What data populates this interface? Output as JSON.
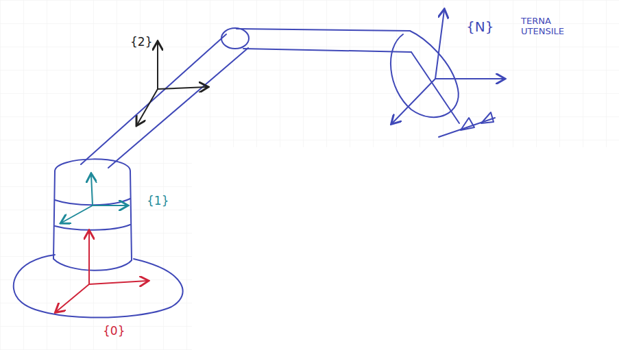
{
  "diagram": {
    "labels": [
      "{2}",
      "{N}",
      "TERNA UTENSILE",
      "{1}",
      "{0}"
    ]
  }
}
